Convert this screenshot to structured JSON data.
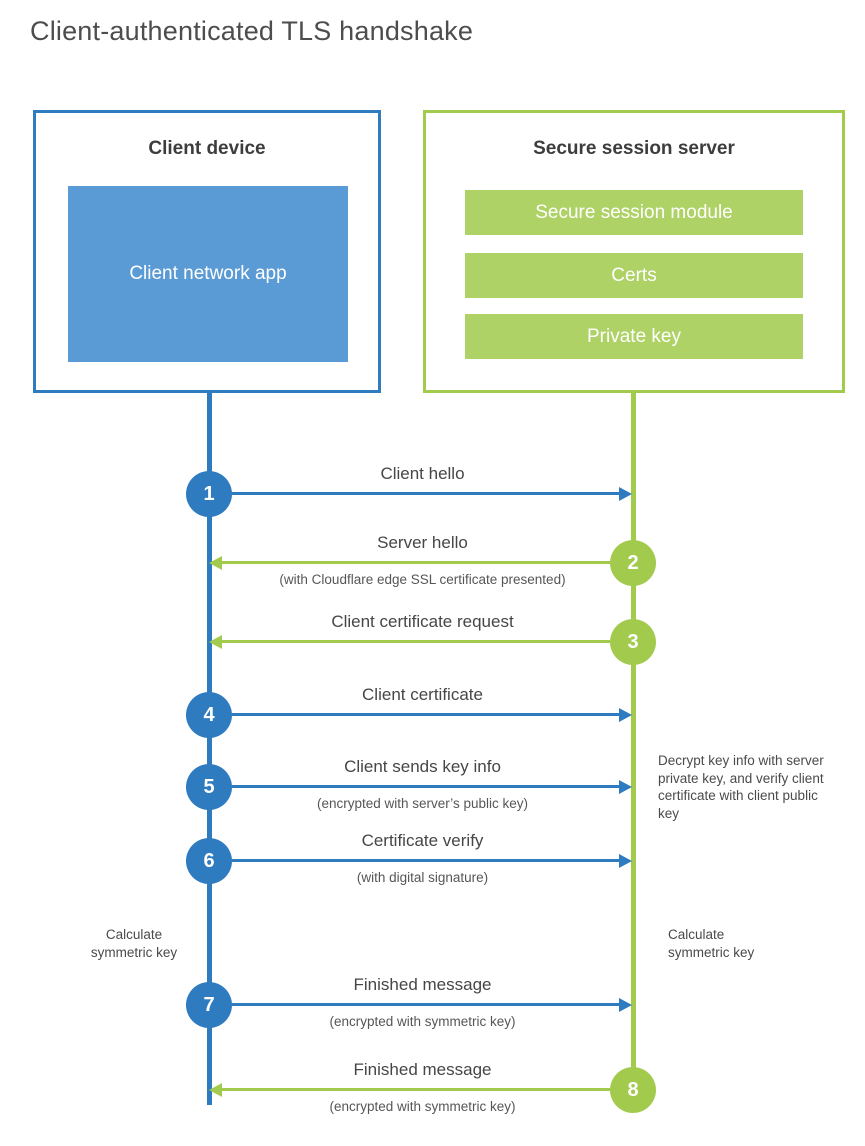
{
  "title": "Client-authenticated TLS handshake",
  "client": {
    "box_title": "Client device",
    "app_label": "Client network app"
  },
  "server": {
    "box_title": "Secure session server",
    "modules": [
      "Secure session module",
      "Certs",
      "Private key"
    ]
  },
  "steps": [
    {
      "num": "1",
      "label": "Client hello",
      "sub": "",
      "direction": "client-to-server"
    },
    {
      "num": "2",
      "label": "Server hello",
      "sub": "(with Cloudflare edge SSL certificate presented)",
      "direction": "server-to-client"
    },
    {
      "num": "3",
      "label": "Client certificate request",
      "sub": "",
      "direction": "server-to-client"
    },
    {
      "num": "4",
      "label": "Client certificate",
      "sub": "",
      "direction": "client-to-server"
    },
    {
      "num": "5",
      "label": "Client sends key info",
      "sub": "(encrypted with server’s public key)",
      "direction": "client-to-server"
    },
    {
      "num": "6",
      "label": "Certificate verify",
      "sub": "(with digital signature)",
      "direction": "client-to-server"
    },
    {
      "num": "7",
      "label": "Finished message",
      "sub": "(encrypted with symmetric key)",
      "direction": "client-to-server"
    },
    {
      "num": "8",
      "label": "Finished message",
      "sub": "(encrypted with symmetric key)",
      "direction": "server-to-client"
    }
  ],
  "notes": {
    "decrypt": "Decrypt key info with server private key, and verify client certificate with client public key",
    "calc_client": "Calculate symmetric key",
    "calc_server": "Calculate symmetric key"
  },
  "colors": {
    "blue": "#2f7bbf",
    "blue_fill": "#5b9bd5",
    "green": "#a2cb4e",
    "green_fill": "#aed266",
    "text": "#464646"
  }
}
